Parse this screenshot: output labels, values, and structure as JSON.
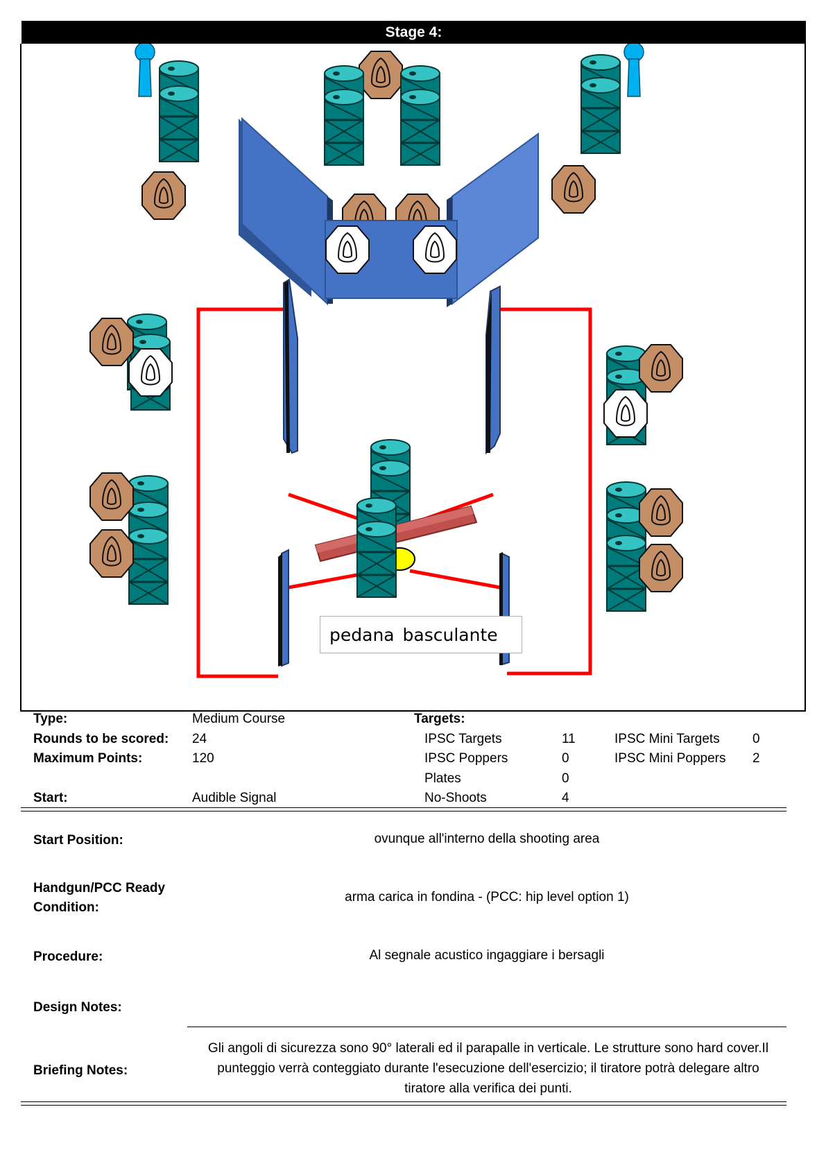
{
  "stage": {
    "title": "Stage 4:"
  },
  "diagram": {
    "callout": "pedana  basculante",
    "colors": {
      "barrel": "#007b7b",
      "target": "#c48f66",
      "noshoot": "#ffffff",
      "wall": "#4472c4",
      "fault_line": "#ff0000",
      "popper": "#00b0f0",
      "seesaw": "#c0504d",
      "pivot": "#ffff00"
    }
  },
  "summary": {
    "type_label": "Type:",
    "type_value": "Medium Course",
    "rounds_label": "Rounds to be scored:",
    "rounds_value": "24",
    "max_points_label": "Maximum Points:",
    "max_points_value": "120",
    "start_label": "Start:",
    "start_value": "Audible Signal",
    "targets_label": "Targets:",
    "ipsc_targets_label": "IPSC Targets",
    "ipsc_targets_value": "11",
    "ipsc_poppers_label": "IPSC Poppers",
    "ipsc_poppers_value": "0",
    "plates_label": "Plates",
    "plates_value": "0",
    "no_shoots_label": "No-Shoots",
    "no_shoots_value": "4",
    "mini_targets_label": "IPSC Mini Targets",
    "mini_targets_value": "0",
    "mini_poppers_label": "IPSC Mini Poppers",
    "mini_poppers_value": "2"
  },
  "details": {
    "start_position_label": "Start Position:",
    "start_position_value": "ovunque all'interno della shooting area",
    "ready_label_line1": "Handgun/PCC Ready",
    "ready_label_line2": "Condition:",
    "ready_value": "arma carica in fondina - (PCC: hip level option 1)",
    "procedure_label": "Procedure:",
    "procedure_value": "Al segnale acustico ingaggiare i bersagli",
    "design_notes_label": "Design Notes:",
    "briefing_notes_label": "Briefing Notes:",
    "briefing_notes_value": "Gli angoli di sicurezza sono 90° laterali ed il parapalle in verticale. Le strutture sono hard cover.Il punteggio verrà conteggiato durante l'esecuzione dell'esercizio; il tiratore potrà delegare altro tiratore alla verifica  dei punti."
  }
}
